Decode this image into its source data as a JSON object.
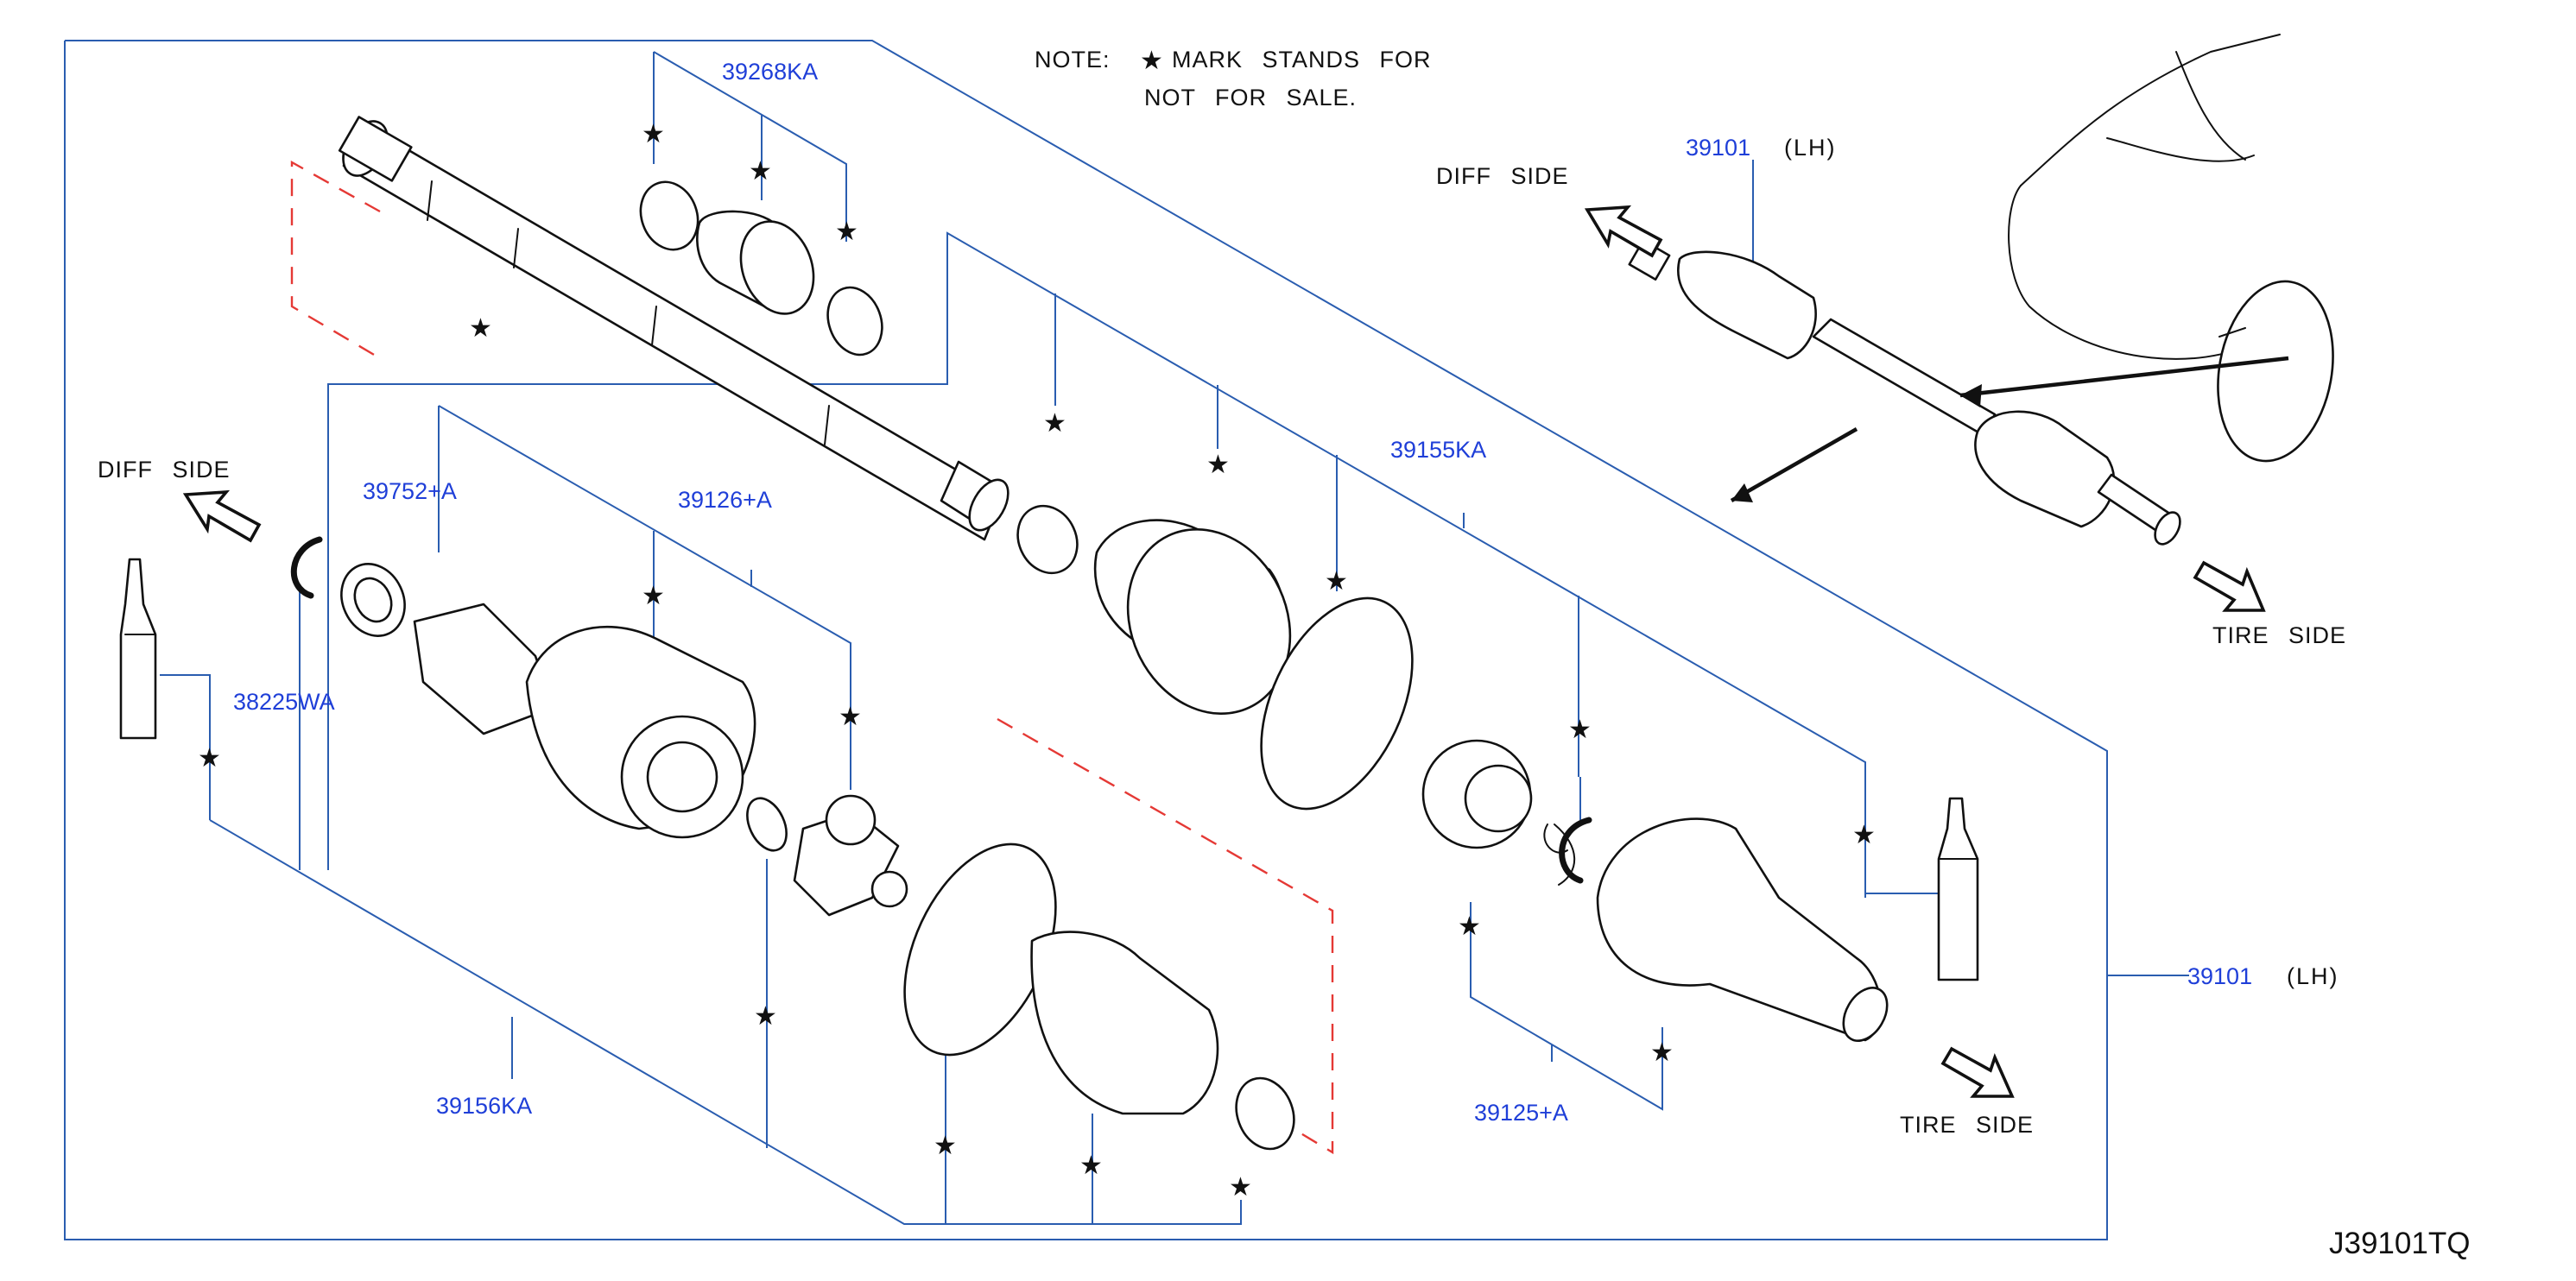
{
  "note": {
    "prefix": "NOTE:",
    "line1": "MARK STANDS FOR",
    "line2": "NOT FOR SALE.",
    "star_symbol": "★"
  },
  "part_numbers": {
    "p39268KA": "39268KA",
    "p39752A": "39752+A",
    "p39126A": "39126+A",
    "p39155KA": "39155KA",
    "p38225WA": "38225WA",
    "p39156KA": "39156KA",
    "p39125A": "39125+A",
    "p39101_right": "39101",
    "p39101_right_side": "(LH)",
    "p39101_inset": "39101",
    "p39101_inset_side": "(LH)"
  },
  "side_labels": {
    "diff_side_left": "DIFF SIDE",
    "tire_side_main": "TIRE SIDE",
    "diff_side_inset": "DIFF SIDE",
    "tire_side_inset": "TIRE SIDE"
  },
  "diagram_code": "J39101TQ",
  "colors": {
    "leader_line": "#2a5db0",
    "part_number_text": "#1f3fd8",
    "dashed_guide": "#e53935",
    "line_art": "#111111"
  },
  "icons": [
    "arrow-diff-side-icon",
    "arrow-tire-side-icon",
    "star-not-for-sale-icon"
  ]
}
